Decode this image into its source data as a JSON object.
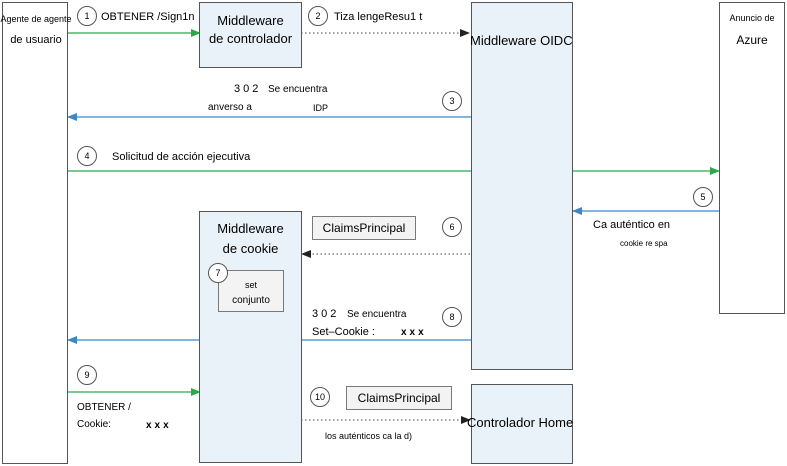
{
  "lanes": {
    "user_agent": [
      "Agente de agente",
      "de usuario"
    ],
    "controller_middleware": [
      "Middleware",
      "de controlador"
    ],
    "oidc_middleware": "Middleware OIDC",
    "azure": [
      "Anuncio de",
      "Azure"
    ],
    "cookie_middleware": [
      "Middleware",
      "de cookie"
    ],
    "home_controller": "Controlador Home"
  },
  "set_box": [
    "set",
    "conjunto"
  ],
  "claims_principal_1": "ClaimsPrincipal",
  "claims_principal_2": "ClaimsPrincipal",
  "steps": [
    {
      "n": "1",
      "lines": [
        "OBTENER /Sign1n"
      ]
    },
    {
      "n": "2",
      "lines": [
        "Tiza lengeResu1 t"
      ]
    },
    {
      "n": "3",
      "lines": [
        "302",
        "Se encuentra",
        "anverso a",
        "IDP"
      ]
    },
    {
      "n": "4",
      "lines": [
        "Solicitud de acción ejecutiva"
      ]
    },
    {
      "n": "5",
      "lines": [
        "Ca auténtico en",
        "cookie re spa"
      ]
    },
    {
      "n": "6",
      "lines": []
    },
    {
      "n": "7",
      "lines": []
    },
    {
      "n": "8",
      "lines": [
        "302",
        "Se encuentra",
        "Set–Cookie :",
        "xxx"
      ]
    },
    {
      "n": "9",
      "lines": [
        "OBTENER /",
        "Cookie:",
        "xxx"
      ]
    },
    {
      "n": "10",
      "lines": [
        "los auténticos ca la d)"
      ]
    }
  ],
  "colors": {
    "green_arrow": "#2ea84f",
    "blue_arrow": "#3c87c6",
    "dotted_arrow": "#444444",
    "middleware_fill": "#e9f2f8"
  }
}
